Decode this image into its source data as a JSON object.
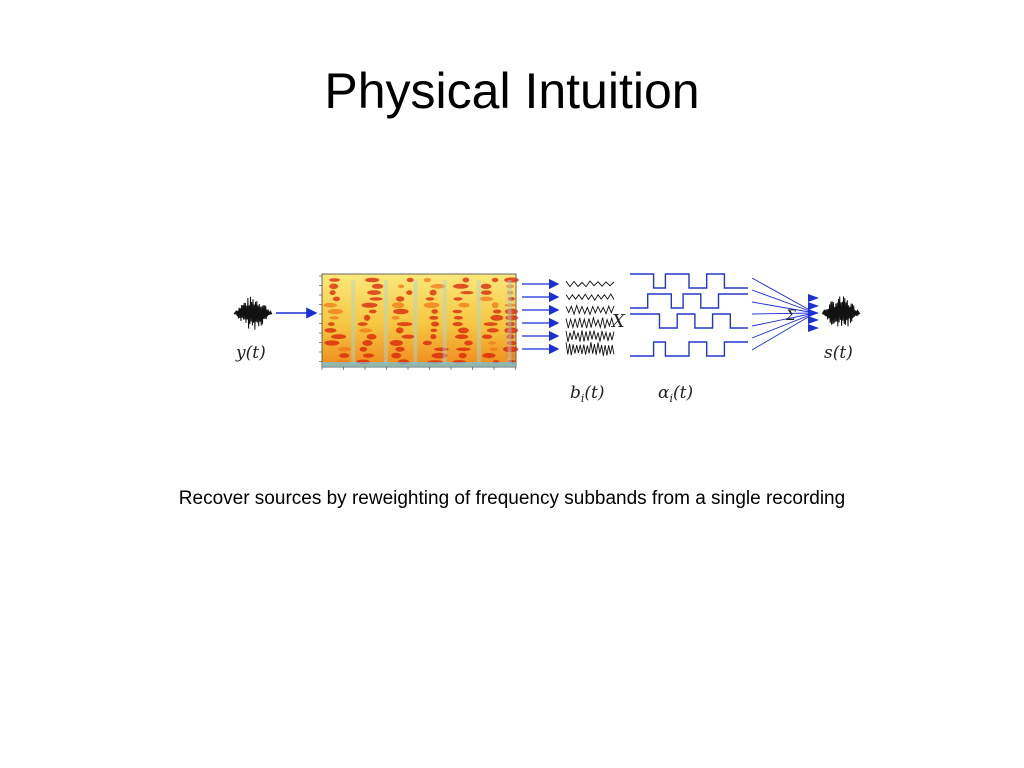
{
  "slide": {
    "title": "Physical Intuition",
    "caption": "Recover sources by reweighting of frequency subbands from a single recording"
  },
  "diagram": {
    "input_label": "y(t)",
    "basis_label_main": "b",
    "basis_label_sub": "i",
    "basis_label_tail": "(t)",
    "weight_label_main": "α",
    "weight_label_sub": "i",
    "weight_label_tail": "(t)",
    "output_label": "s(t)",
    "multiply_symbol": "X",
    "sum_symbol": "Σ",
    "colors": {
      "arrow": "#1a2fd6",
      "gating": "#2338c9",
      "spectrogram_base": "#f6d24a",
      "spectrogram_hot": "#d81f0a",
      "waveform": "#111111"
    }
  }
}
